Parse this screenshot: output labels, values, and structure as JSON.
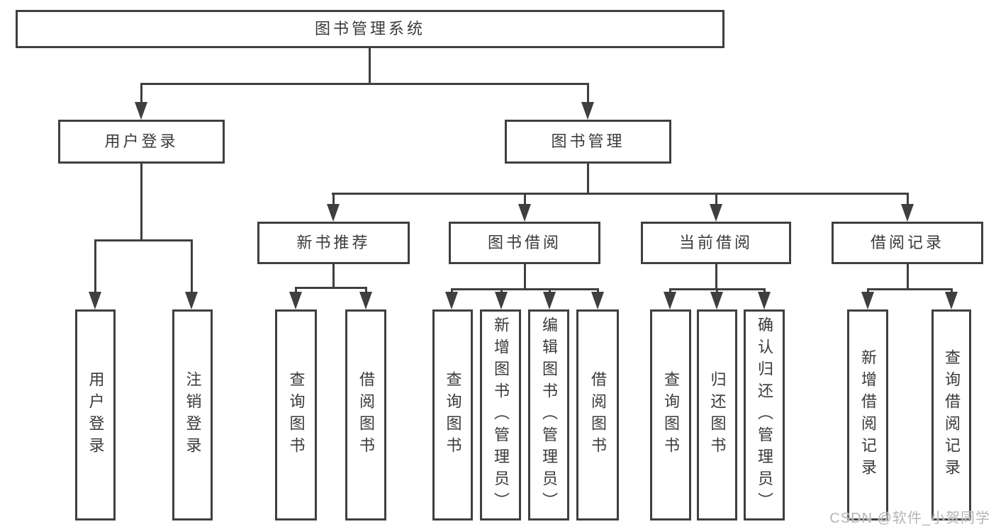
{
  "tree": {
    "label": "图书管理系统",
    "children": [
      {
        "label": "用户登录",
        "children": [
          {
            "label": "用户登录"
          },
          {
            "label": "注销登录"
          }
        ]
      },
      {
        "label": "图书管理",
        "children": [
          {
            "label": "新书推荐",
            "children": [
              {
                "label": "查询图书"
              },
              {
                "label": "借阅图书"
              }
            ]
          },
          {
            "label": "图书借阅",
            "children": [
              {
                "label": "查询图书"
              },
              {
                "label": "新增图书（管理员）"
              },
              {
                "label": "编辑图书（管理员）"
              },
              {
                "label": "借阅图书"
              }
            ]
          },
          {
            "label": "当前借阅",
            "children": [
              {
                "label": "查询图书"
              },
              {
                "label": "归还图书"
              },
              {
                "label": "确认归还（管理员）"
              }
            ]
          },
          {
            "label": "借阅记录",
            "children": [
              {
                "label": "新增借阅记录"
              },
              {
                "label": "查询借阅记录"
              }
            ]
          }
        ]
      }
    ]
  },
  "watermark": "CSDN @软件_小贺同学",
  "colors": {
    "line": "#3f3f3f",
    "text": "#3a3a3a",
    "watermark": "#b5b5b5",
    "background": "#ffffff"
  }
}
